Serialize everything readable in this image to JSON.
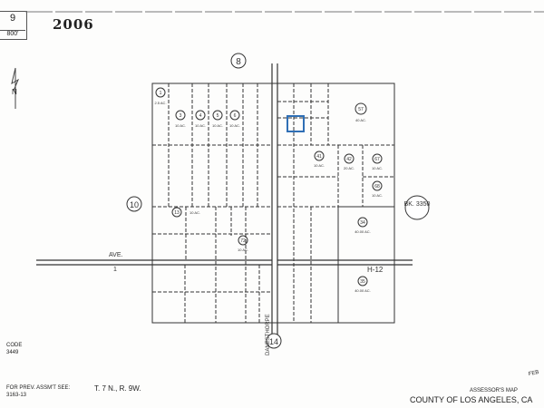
{
  "header": {
    "map_number": "9",
    "scale": "800'",
    "year": "2006",
    "north": "N"
  },
  "labels": {
    "code_label": "CODE",
    "code": "3449",
    "prev_label": "FOR PREV. ASSM'T SEE:",
    "prev_ref": "3163-13",
    "township": "T. 7 N., R. 9W.",
    "stamp": "FEB",
    "footer_title": "ASSESSOR'S MAP",
    "footer_county": "COUNTY OF LOS ANGELES, CA"
  },
  "map": {
    "street_vertical": "DANESTHORPE",
    "street_horizontal": "AVE.",
    "street_horizontal_num": "1",
    "highway": "H-12",
    "adjacent_book": "BK. 3350",
    "adjacent_pages": [
      "8",
      "10",
      "14"
    ],
    "parcels": [
      {
        "id": "1",
        "area": "2.5 AC."
      },
      {
        "id": "3",
        "area": "10 AC."
      },
      {
        "id": "4",
        "area": "10 AC."
      },
      {
        "id": "5",
        "area": "10 AC."
      },
      {
        "id": "6",
        "area": "10 AC."
      },
      {
        "id": "57",
        "area": "40 AC."
      },
      {
        "id": "41",
        "area": "10 AC."
      },
      {
        "id": "42",
        "area": "20 AC."
      },
      {
        "id": "67",
        "area": "10 AC."
      },
      {
        "id": "68",
        "area": "10 AC."
      },
      {
        "id": "34",
        "area": "40.00 AC."
      },
      {
        "id": "35",
        "area": "40.00 AC."
      },
      {
        "id": "13",
        "area": "10 AC."
      },
      {
        "id": "72",
        "area": "10 AC."
      }
    ],
    "highlight_color": "#2f6fb5"
  }
}
